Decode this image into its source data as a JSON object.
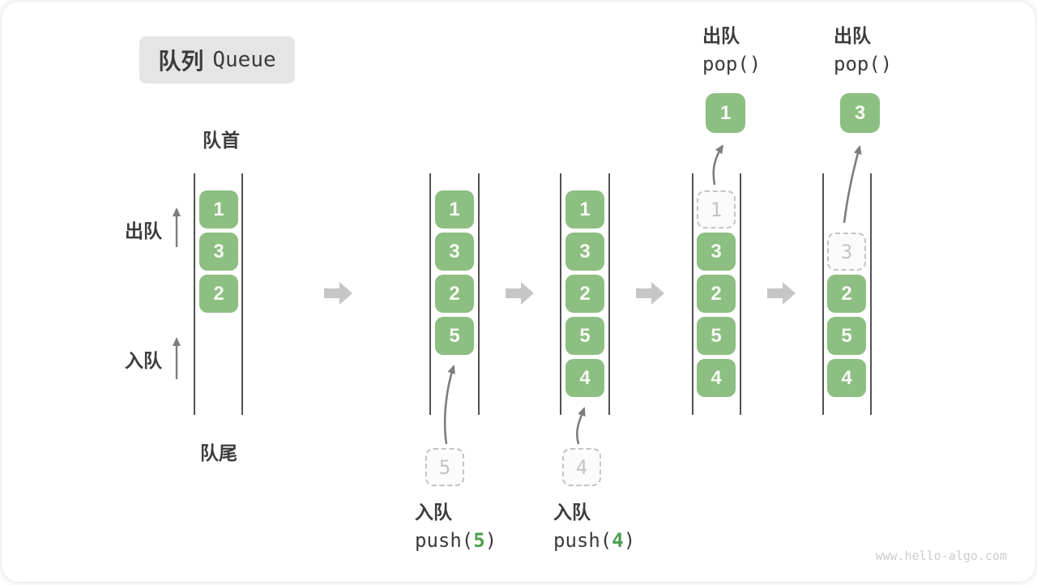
{
  "title": {
    "zh": "队列",
    "en": "Queue"
  },
  "labels": {
    "front": "队首",
    "rear": "队尾",
    "dequeue_side": "出队",
    "enqueue_side": "入队"
  },
  "colors": {
    "element_green": "#8cbf81",
    "code_arg_green": "#4f9e4f",
    "ghost_gray": "#c4c4c4",
    "wall_gray": "#515151",
    "thin_arrow_gray": "#7d7d7d",
    "block_arrow_gray": "#c6c6c6",
    "text_dark": "#3b3b3b",
    "title_chip_bg": "#e5e5e5"
  },
  "states": [
    {
      "boxes": [
        "1",
        "3",
        "2"
      ]
    },
    {
      "boxes": [
        "1",
        "3",
        "2",
        "5"
      ],
      "incoming": "5"
    },
    {
      "boxes": [
        "1",
        "3",
        "2",
        "5",
        "4"
      ],
      "incoming": "4"
    },
    {
      "ghost": "1",
      "boxes": [
        "3",
        "2",
        "5",
        "4"
      ],
      "popped": "1"
    },
    {
      "ghost": "3",
      "boxes": [
        "2",
        "5",
        "4"
      ],
      "popped": "3"
    }
  ],
  "operations": {
    "push5": {
      "label": "入队",
      "code_open": "push(",
      "arg": "5",
      "code_close": ")"
    },
    "push4": {
      "label": "入队",
      "code_open": "push(",
      "arg": "4",
      "code_close": ")"
    },
    "pop1": {
      "label": "出队",
      "code": "pop()"
    },
    "pop3": {
      "label": "出队",
      "code": "pop()"
    }
  },
  "watermark": "www.hello-algo.com"
}
